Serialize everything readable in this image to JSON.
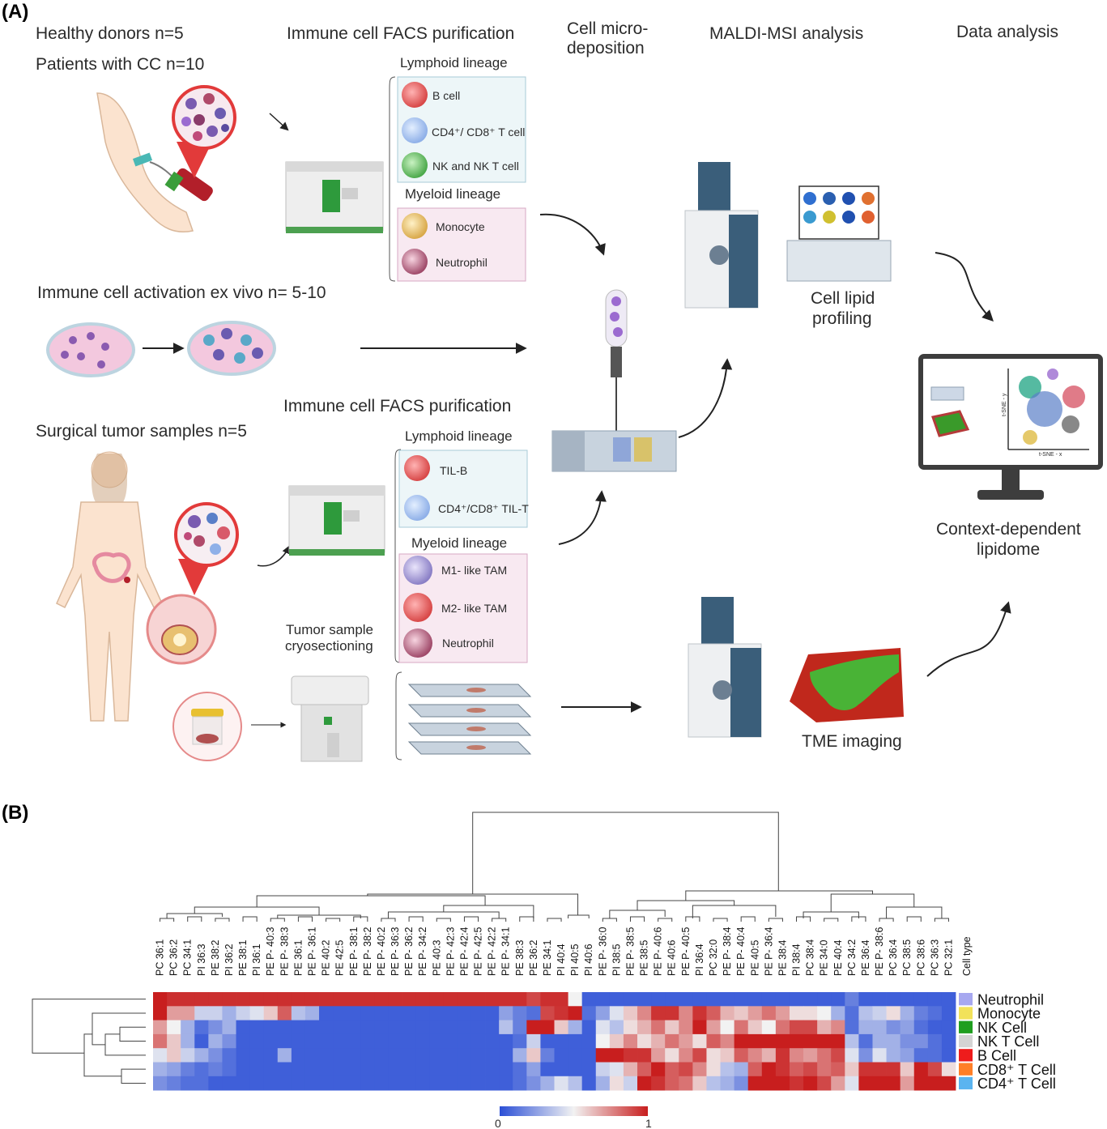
{
  "panel_a": {
    "label": "(A)",
    "cohorts": {
      "healthy": "Healthy donors n=5",
      "patients": "Patients with CC  n=10",
      "activation": "Immune cell activation ex vivo n= 5-10",
      "surgical": "Surgical tumor samples  n=5"
    },
    "headers": {
      "facs": "Immune cell FACS purification",
      "facs2": "Immune cell FACS purification",
      "micro1": "Cell micro-",
      "micro2": "deposition",
      "maldi": "MALDI-MSI analysis",
      "data": "Data analysis"
    },
    "blood_panel": {
      "lymphoid_title": "Lymphoid lineage",
      "lymphoid": [
        "B cell",
        "CD4⁺/ CD8⁺ T cell",
        "NK and NK T cell"
      ],
      "myeloid_title": "Myeloid lineage",
      "myeloid": [
        "Monocyte",
        "Neutrophil"
      ]
    },
    "tumor_panel": {
      "lymphoid_title": "Lymphoid lineage",
      "lymphoid": [
        "TIL-B",
        "CD4⁺/CD8⁺ TIL-T"
      ],
      "myeloid_title": "Myeloid lineage",
      "myeloid": [
        "M1- like TAM",
        "M2- like TAM",
        "Neutrophil"
      ]
    },
    "cryo1": "Tumor sample",
    "cryo2": "cryosectioning",
    "profiling1": "Cell lipid",
    "profiling2": "profiling",
    "tme": "TME imaging",
    "lipidome1": "Context-dependent",
    "lipidome2": "lipidome",
    "tsne_y": "t-SNE - y",
    "tsne_x": "t-SNE - x"
  },
  "panel_b": {
    "label": "(B)",
    "colorbar_min": "0",
    "colorbar_max": "1",
    "cell_type_header": "Cell type",
    "colors": {
      "low": "#2b4fd6",
      "mid": "#f2f2f2",
      "high": "#c81e1e"
    }
  },
  "chart_data": {
    "type": "heatmap",
    "columns": [
      "PC 36:1",
      "PC 36:2",
      "PC 34:1",
      "PI 36:3",
      "PE 38:2",
      "PI 36:2",
      "PE 38:1",
      "PI 36:1",
      "PE P- 40:3",
      "PE P- 38:3",
      "PE 36:1",
      "PE P- 36:1",
      "PE 40:2",
      "PE 42:5",
      "PE P- 38:1",
      "PE P- 38:2",
      "PE P- 40:2",
      "PE P- 36:3",
      "PE P- 36:2",
      "PE P- 34:2",
      "PE 40:3",
      "PE P- 42:3",
      "PE P- 42:4",
      "PE P- 42:5",
      "PE P- 42:2",
      "PE P- 34:1",
      "PE 38:3",
      "PE 36:2",
      "PE 34:1",
      "PI 40:4",
      "PI 40:5",
      "PI 40:6",
      "PE P- 36:0",
      "PI 38:5",
      "PE P- 38:5",
      "PE 38:5",
      "PE P- 40:6",
      "PE 40:6",
      "PE P- 40:5",
      "PI 36:4",
      "PC 32:0",
      "PE P- 38:4",
      "PE P- 40:4",
      "PE 40:5",
      "PE P- 36:4",
      "PE 38:4",
      "PI 38:4",
      "PC 38:4",
      "PE 34:0",
      "PE 40:4",
      "PC 34:2",
      "PE 36:4",
      "PE P- 38:6",
      "PC 36:4",
      "PC 38:5",
      "PC 38:6",
      "PC 36:3",
      "PC 32:1"
    ],
    "rows": [
      {
        "name": "Neutrophil",
        "color": "#a7a8f0"
      },
      {
        "name": "Monocyte",
        "color": "#f2e25a"
      },
      {
        "name": "NK Cell",
        "color": "#1f9e1f"
      },
      {
        "name": "NK T Cell",
        "color": "#d4d4d4"
      },
      {
        "name": "B Cell",
        "color": "#ee1c1c"
      },
      {
        "name": "CD8⁺ T Cell",
        "color": "#ff7f27"
      },
      {
        "name": "CD4⁺ T Cell",
        "color": "#5ab4f0"
      }
    ],
    "values": [
      [
        1.0,
        0.96,
        0.96,
        0.96,
        0.96,
        0.96,
        0.96,
        0.96,
        0.96,
        0.96,
        0.96,
        0.96,
        0.96,
        0.96,
        0.96,
        0.96,
        0.96,
        0.96,
        0.96,
        0.96,
        0.96,
        0.96,
        0.96,
        0.96,
        0.96,
        0.96,
        0.96,
        0.9,
        0.96,
        0.96,
        0.5,
        0.05,
        0.05,
        0.05,
        0.05,
        0.05,
        0.05,
        0.05,
        0.05,
        0.05,
        0.05,
        0.05,
        0.05,
        0.05,
        0.05,
        0.05,
        0.05,
        0.05,
        0.05,
        0.05,
        0.15,
        0.05,
        0.05,
        0.05,
        0.05,
        0.05,
        0.05,
        0.05
      ],
      [
        1.0,
        0.7,
        0.7,
        0.4,
        0.4,
        0.3,
        0.4,
        0.45,
        0.6,
        0.85,
        0.35,
        0.3,
        0.05,
        0.05,
        0.05,
        0.05,
        0.05,
        0.05,
        0.05,
        0.05,
        0.05,
        0.05,
        0.05,
        0.05,
        0.05,
        0.25,
        0.15,
        0.1,
        0.9,
        0.95,
        1.0,
        0.1,
        0.25,
        0.45,
        0.6,
        0.75,
        0.95,
        0.95,
        0.75,
        0.95,
        0.85,
        0.65,
        0.6,
        0.7,
        0.8,
        0.7,
        0.55,
        0.55,
        0.5,
        0.3,
        0.1,
        0.35,
        0.4,
        0.55,
        0.3,
        0.15,
        0.1,
        0.05
      ],
      [
        0.7,
        0.5,
        0.3,
        0.1,
        0.2,
        0.3,
        0.05,
        0.05,
        0.05,
        0.05,
        0.05,
        0.05,
        0.05,
        0.05,
        0.05,
        0.05,
        0.05,
        0.05,
        0.05,
        0.05,
        0.05,
        0.05,
        0.05,
        0.05,
        0.05,
        0.35,
        0.15,
        1.0,
        1.0,
        0.6,
        0.3,
        0.05,
        0.45,
        0.35,
        0.55,
        0.65,
        0.8,
        0.6,
        0.75,
        1.0,
        0.7,
        0.5,
        0.8,
        0.6,
        0.5,
        0.8,
        0.9,
        0.9,
        0.65,
        0.75,
        0.1,
        0.3,
        0.3,
        0.2,
        0.25,
        0.1,
        0.05,
        0.05
      ],
      [
        0.8,
        0.6,
        0.3,
        0.05,
        0.3,
        0.2,
        0.05,
        0.05,
        0.05,
        0.05,
        0.05,
        0.05,
        0.05,
        0.05,
        0.05,
        0.05,
        0.05,
        0.05,
        0.05,
        0.05,
        0.05,
        0.05,
        0.05,
        0.05,
        0.05,
        0.05,
        0.1,
        0.4,
        0.05,
        0.05,
        0.05,
        0.05,
        0.5,
        0.6,
        0.75,
        0.55,
        0.65,
        0.8,
        0.7,
        0.55,
        0.85,
        0.75,
        1.0,
        1.0,
        1.0,
        1.0,
        1.0,
        1.0,
        1.0,
        1.0,
        0.35,
        0.1,
        0.3,
        0.3,
        0.2,
        0.2,
        0.1,
        0.05
      ],
      [
        0.45,
        0.6,
        0.4,
        0.3,
        0.2,
        0.1,
        0.05,
        0.05,
        0.05,
        0.3,
        0.05,
        0.05,
        0.05,
        0.05,
        0.05,
        0.05,
        0.05,
        0.05,
        0.05,
        0.05,
        0.05,
        0.05,
        0.05,
        0.05,
        0.05,
        0.05,
        0.3,
        0.6,
        0.15,
        0.05,
        0.05,
        0.05,
        1.0,
        1.0,
        0.95,
        0.95,
        0.7,
        0.55,
        0.75,
        0.9,
        0.55,
        0.6,
        0.85,
        0.75,
        0.65,
        0.95,
        0.75,
        0.7,
        0.8,
        0.9,
        0.45,
        0.2,
        0.45,
        0.3,
        0.25,
        0.1,
        0.1,
        0.05
      ],
      [
        0.3,
        0.25,
        0.15,
        0.1,
        0.15,
        0.1,
        0.05,
        0.05,
        0.05,
        0.05,
        0.05,
        0.05,
        0.05,
        0.05,
        0.05,
        0.05,
        0.05,
        0.05,
        0.05,
        0.05,
        0.05,
        0.05,
        0.05,
        0.05,
        0.05,
        0.05,
        0.1,
        0.25,
        0.05,
        0.05,
        0.05,
        0.05,
        0.4,
        0.45,
        0.65,
        0.85,
        1.0,
        0.85,
        0.9,
        0.75,
        0.55,
        0.35,
        0.3,
        0.85,
        1.0,
        0.95,
        0.85,
        0.9,
        0.8,
        0.85,
        0.6,
        0.95,
        0.95,
        0.95,
        0.6,
        1.0,
        0.9,
        0.55
      ],
      [
        0.2,
        0.15,
        0.1,
        0.1,
        0.05,
        0.05,
        0.05,
        0.05,
        0.05,
        0.05,
        0.05,
        0.05,
        0.05,
        0.05,
        0.05,
        0.05,
        0.05,
        0.05,
        0.05,
        0.05,
        0.05,
        0.05,
        0.05,
        0.05,
        0.05,
        0.05,
        0.1,
        0.2,
        0.3,
        0.45,
        0.35,
        0.05,
        0.3,
        0.55,
        0.4,
        1.0,
        0.95,
        0.85,
        0.8,
        0.6,
        0.35,
        0.3,
        0.2,
        1.0,
        1.0,
        1.0,
        0.95,
        1.0,
        0.9,
        0.7,
        0.45,
        1.0,
        1.0,
        1.0,
        0.7,
        1.0,
        1.0,
        1.0
      ]
    ]
  }
}
